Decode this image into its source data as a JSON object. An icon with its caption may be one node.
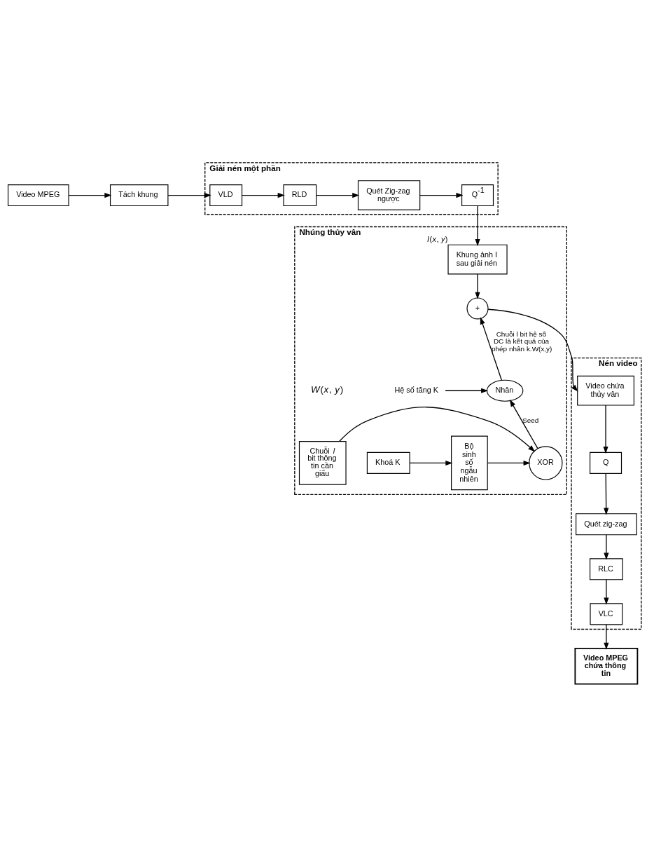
{
  "diagram": {
    "nodes": [
      {
        "text": [
          "Giải nén một phần"
        ]
      },
      {
        "text": [
          "Video MPEG"
        ]
      },
      {
        "text": [
          "Tách khung"
        ]
      },
      {
        "text": [
          "VLD"
        ],
        "in": 0
      },
      {
        "text": [
          "RLD"
        ],
        "in": 0
      },
      {
        "text": [
          "Quét Zig-zag ngược"
        ],
        "in": 0
      },
      {
        "text": [
          "Q$^{-1}$"
        ],
        "in": 0
      },
      {
        "text": [
          "Nhúng thủy vân"
        ]
      },
      {
        "text": [
          "Khung ảnh I sau giải nén"
        ],
        "in": 7,
        "beside": [
          "*I*(*x*, *y*)"
        ]
      },
      {
        "text": [
          "+"
        ],
        "in": 7
      },
      {
        "text": [
          "Nhân"
        ],
        "in": 7
      },
      {
        "text": [
          "Hệ số tăng K"
        ],
        "in": 7
      },
      {
        "text": [
          "Khoá K"
        ],
        "in": 7
      },
      {
        "text": [
          "Bộ sinh số ngẫu nhiên"
        ],
        "in": 7
      },
      {
        "text": [
          "XOR"
        ],
        "in": 7
      },
      {
        "text": [
          "Chuỗi *l* bit thông tin cần giấu"
        ],
        "in": 7
      },
      {
        "text": [
          "Nén video"
        ]
      },
      {
        "text": [
          "Video chứa thủy vân"
        ],
        "in": 16
      },
      {
        "text": [
          "Q"
        ],
        "in": 16
      },
      {
        "text": [
          "Quét zig-zag"
        ],
        "in": 16
      },
      {
        "text": [
          "RLC"
        ],
        "in": 16
      },
      {
        "text": [
          "VLC"
        ],
        "in": 16
      },
      {
        "text": [
          "Video MPEG chứa thông tin"
        ]
      }
    ],
    "edges": [
      {
        "from": 1,
        "to": 2,
        "arrow": "to"
      },
      {
        "from": 2,
        "to": 3,
        "arrow": "to"
      },
      {
        "from": 3,
        "to": 4,
        "arrow": "to"
      },
      {
        "from": 4,
        "to": 5,
        "arrow": "to"
      },
      {
        "from": 5,
        "to": 6,
        "arrow": "to"
      },
      {
        "from": 6,
        "to": 8,
        "arrow": "to"
      },
      {
        "from": 8,
        "to": 9,
        "arrow": "to"
      },
      {
        "from": 10,
        "to": 9,
        "arrow": "to",
        "label": "Chuỗi l bit hệ số DC là kết quả của phép nhân k.W(x,y)"
      },
      {
        "from": 11,
        "to": 10,
        "arrow": "to"
      },
      {
        "from": 14,
        "to": 10,
        "arrow": "to",
        "label": "Seed"
      },
      {
        "from": 12,
        "to": 13,
        "arrow": "to"
      },
      {
        "from": 13,
        "to": 14,
        "arrow": "to"
      },
      {
        "from": 15,
        "to": 14,
        "arrow": "to"
      },
      {
        "from": 9,
        "to": 17,
        "arrow": "to"
      },
      {
        "from": 17,
        "to": 18,
        "arrow": "to"
      },
      {
        "from": 18,
        "to": 19,
        "arrow": "to"
      },
      {
        "from": 19,
        "to": 20,
        "arrow": "to"
      },
      {
        "from": 20,
        "to": 21,
        "arrow": "to"
      },
      {
        "from": 21,
        "to": 22,
        "arrow": "to"
      }
    ],
    "labels": [
      "*W*(*x*, *y*)"
    ]
  }
}
